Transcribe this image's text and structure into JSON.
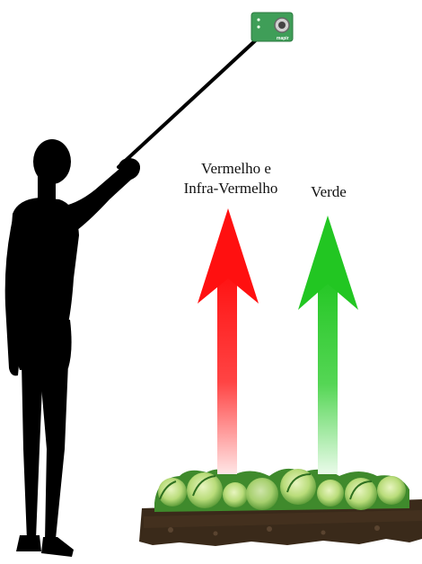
{
  "labels": {
    "red_line1": "Vermelho e",
    "red_line2": "Infra-Vermelho",
    "green": "Verde"
  },
  "sensor": {
    "brand": "mapir"
  },
  "colors": {
    "red_arrow": "#ff1a1a",
    "green_arrow": "#2fcf2f",
    "silhouette": "#000000",
    "sensor_body": "#3f9e58",
    "soil": "#3a2a1a",
    "cabbage_light": "#cfe89a",
    "cabbage_dark": "#3f8a2c"
  }
}
